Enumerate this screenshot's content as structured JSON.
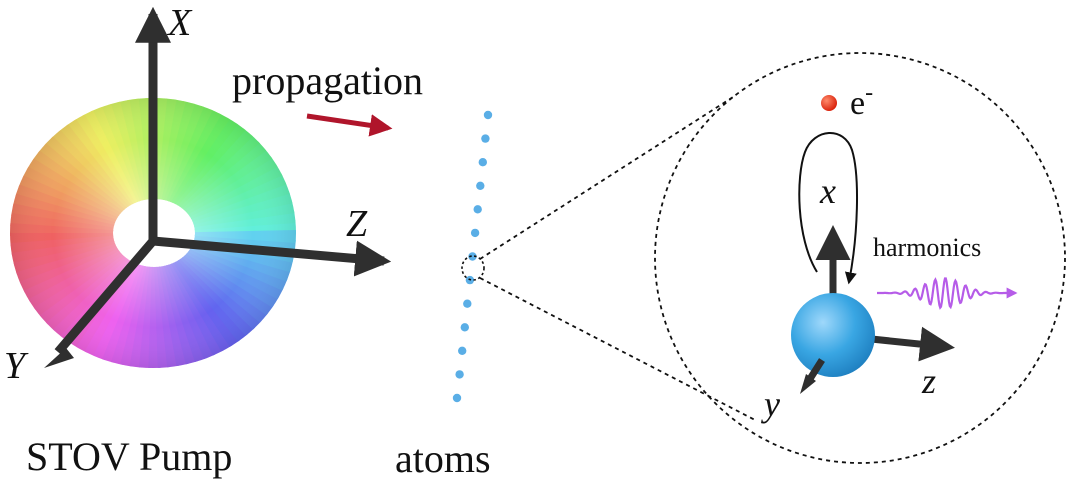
{
  "pump": {
    "caption": "STOV Pump",
    "axis_x": "X",
    "axis_y": "Y",
    "axis_z": "Z",
    "propagation_label": "propagation"
  },
  "atoms": {
    "caption": "atoms",
    "dot_count": 13,
    "color": "#5aaee6"
  },
  "zoom": {
    "electron_label": "e",
    "electron_charge": "-",
    "axis_x": "x",
    "axis_y": "y",
    "axis_z": "z",
    "harmonics_label": "harmonics"
  },
  "colors": {
    "arrow_red": "#b0152b",
    "axis_dark": "#2f2f2f",
    "atom_blue": "#39a6e3",
    "electron_red": "#e8250e",
    "harmonics_violet": "#b65ce8"
  },
  "icons": {
    "torus": "rainbow-torus-icon",
    "atom": "atom-sphere-icon",
    "electron": "electron-dot-icon",
    "wave": "wave-packet-icon"
  }
}
